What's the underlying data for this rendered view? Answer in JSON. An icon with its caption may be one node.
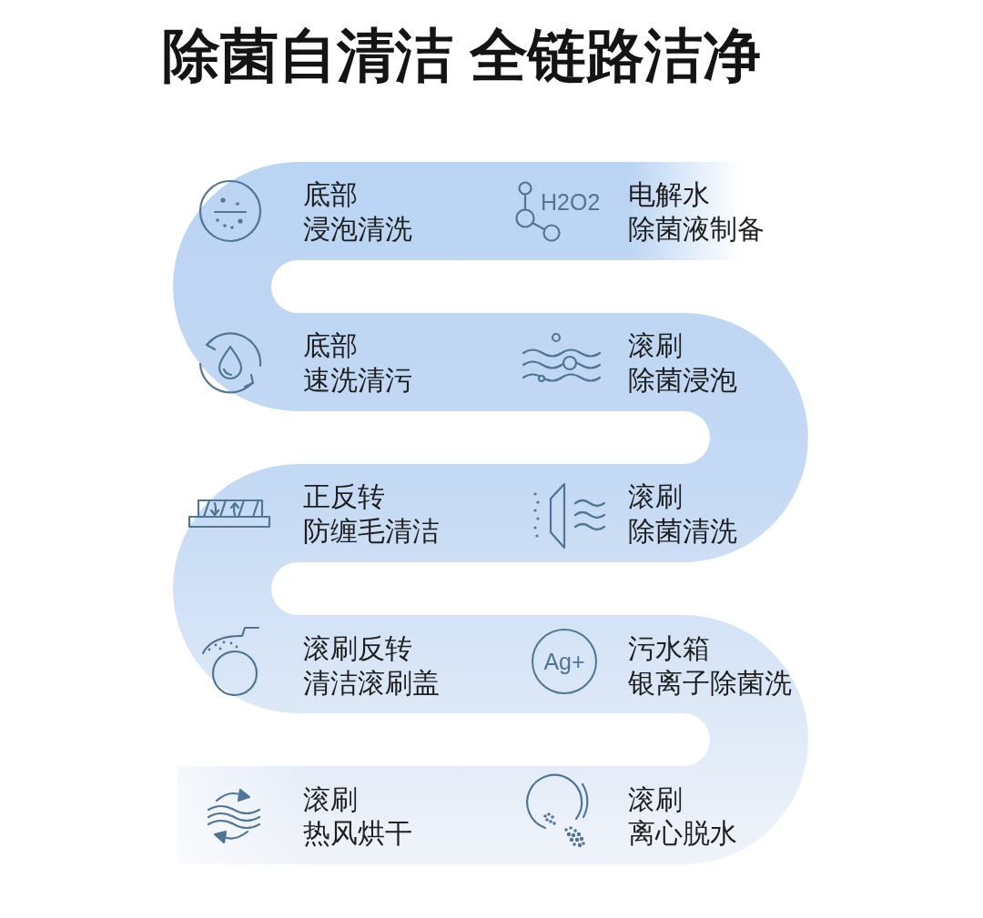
{
  "diagram": {
    "title": "除菌自清洁 全链路洁净",
    "labels": [
      "底部",
      "浸泡清洗",
      "H2O2",
      "电解水",
      "除菌液制备",
      "底部",
      "速洗清污",
      "滚刷",
      "除菌浸泡",
      "正反转",
      "防缠毛清洁",
      "滚刷",
      "除菌清洗",
      "滚刷反转",
      "清洁滚刷盖",
      "Ag+",
      "污水箱",
      "银离子除菌洗",
      "滚刷",
      "热风烘干",
      "滚刷",
      "离心脱水"
    ]
  }
}
